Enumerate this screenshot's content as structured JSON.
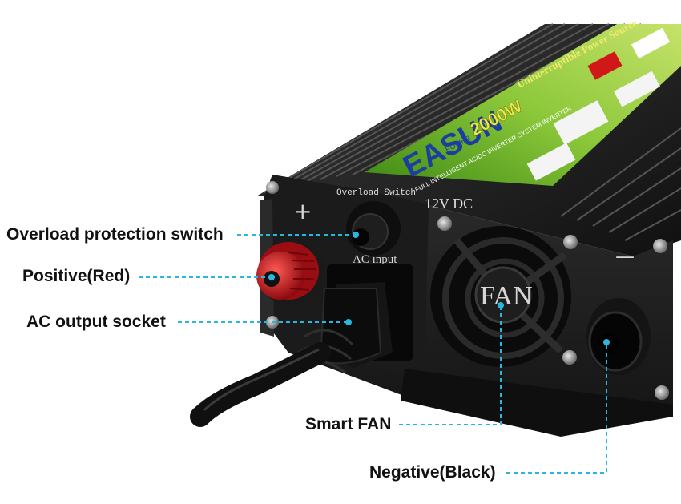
{
  "product": {
    "brand": "EASUN",
    "brand_sub": "POWER",
    "wattage": "2000W",
    "series": "Uninterruptible Power Source",
    "subtitle": "FULL INTELLIGENT AC/DC INVERTER SYSTEM INVERTER",
    "panel": {
      "overload_switch": "Overload Switch",
      "voltage": "12V DC",
      "ac_input": "AC input",
      "fan": "FAN",
      "plus": "+",
      "minus": "—"
    }
  },
  "callouts": {
    "overload": "Overload protection switch",
    "positive": "Positive(Red)",
    "ac_output": "AC output socket",
    "smart_fan": "Smart FAN",
    "negative": "Negative(Black)"
  },
  "colors": {
    "leader_line": "#29b6e0",
    "body": "#1c1c1c",
    "label_green": "#6fb01e",
    "terminal_red": "#c4141c"
  }
}
